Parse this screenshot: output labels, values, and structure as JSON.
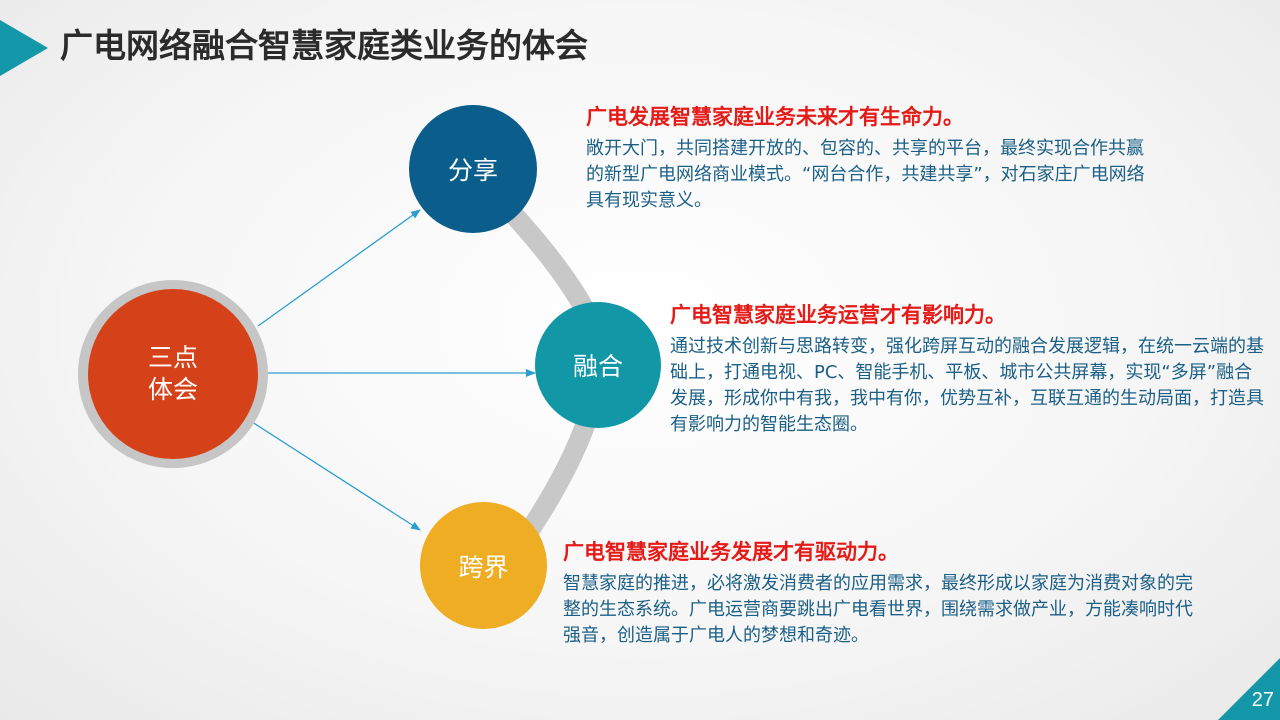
{
  "header": {
    "title": "广电网络融合智慧家庭类业务的体会"
  },
  "diagram": {
    "center": {
      "line1": "三点",
      "line2": "体会",
      "color": "#d54219",
      "ring_color": "#c6c6c6"
    },
    "nodes": [
      {
        "label": "分享",
        "color": "#0b5e8c"
      },
      {
        "label": "融合",
        "color": "#1297a7"
      },
      {
        "label": "跨界",
        "color": "#eead22"
      }
    ],
    "connector_color": "#2a9fd0",
    "arc_color": "#c8c8c8"
  },
  "blocks": [
    {
      "heading": "广电发展智慧家庭业务未来才有生命力。",
      "body": "敞开大门，共同搭建开放的、包容的、共享的平台，最终实现合作共赢的新型广电网络商业模式。“网台合作，共建共享”，对石家庄广电网络具有现实意义。"
    },
    {
      "heading": "广电智慧家庭业务运营才有影响力。",
      "body": "通过技术创新与思路转变，强化跨屏互动的融合发展逻辑，在统一云端的基础上，打通电视、PC、智能手机、平板、城市公共屏幕，实现“多屏”融合发展，形成你中有我，我中有你，优势互补，互联互通的生动局面，打造具有影响力的智能生态圈。"
    },
    {
      "heading": "广电智慧家庭业务发展才有驱动力。",
      "body": "智慧家庭的推进，必将激发消费者的应用需求，最终形成以家庭为消费对象的完整的生态系统。广电运营商要跳出广电看世界，围绕需求做产业，方能凑响时代强音，创造属于广电人的梦想和奇迹。"
    }
  ],
  "footer": {
    "page_number": "27",
    "accent_color": "#1497a8"
  }
}
